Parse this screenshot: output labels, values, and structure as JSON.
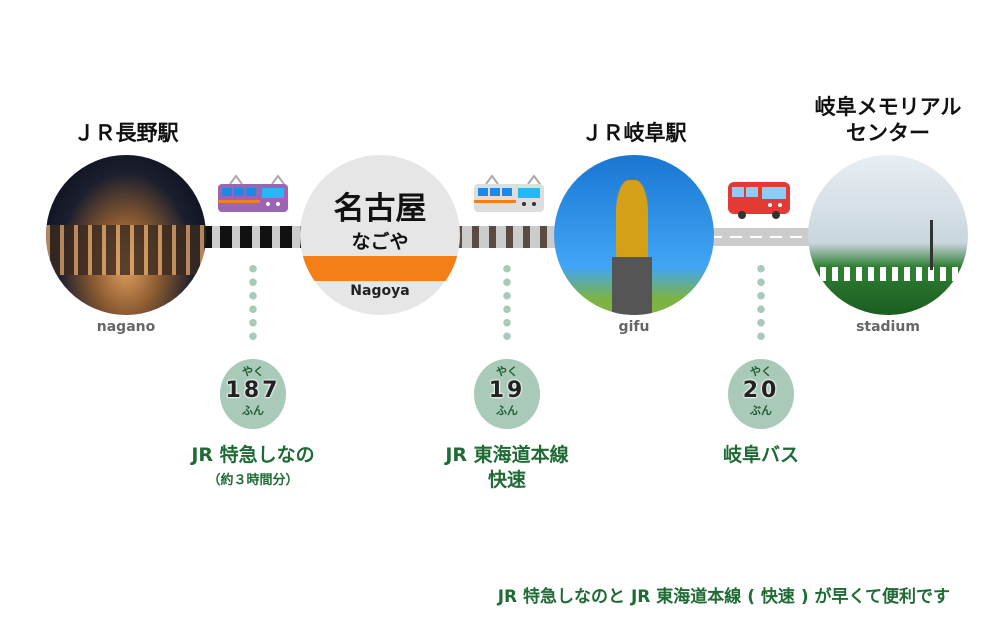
{
  "stations": [
    {
      "name": "ＪＲ長野駅",
      "caption": "nagano"
    },
    {
      "name_kanji": "名古屋",
      "name_kana": "なごや",
      "name_roman": "Nagoya"
    },
    {
      "name": "ＪＲ岐阜駅",
      "caption": "gifu"
    },
    {
      "name_line1": "岐阜メモリアル",
      "name_line2": "センター",
      "caption": "stadium"
    }
  ],
  "segments": [
    {
      "approx": "やく",
      "minutes": "187",
      "unit": "ふん",
      "mode_line1": "JR 特急しなの",
      "mode_line2": "（約３時間分）",
      "icon": "purple-train-icon"
    },
    {
      "approx": "やく",
      "minutes": "19",
      "unit": "ふん",
      "mode_line1": "JR 東海道本線",
      "mode_line2": "快速",
      "icon": "silver-train-icon"
    },
    {
      "approx": "やく",
      "minutes": "20",
      "unit": "ぶん",
      "mode_line1": "岐阜バス",
      "icon": "red-bus-icon"
    }
  ],
  "footer": "JR 特急しなのと JR 東海道本線 ( 快速 ) が早くて便利です",
  "colors": {
    "green": "#1f6b35",
    "badge": "#a9c9b9",
    "orange": "#f57f17"
  }
}
